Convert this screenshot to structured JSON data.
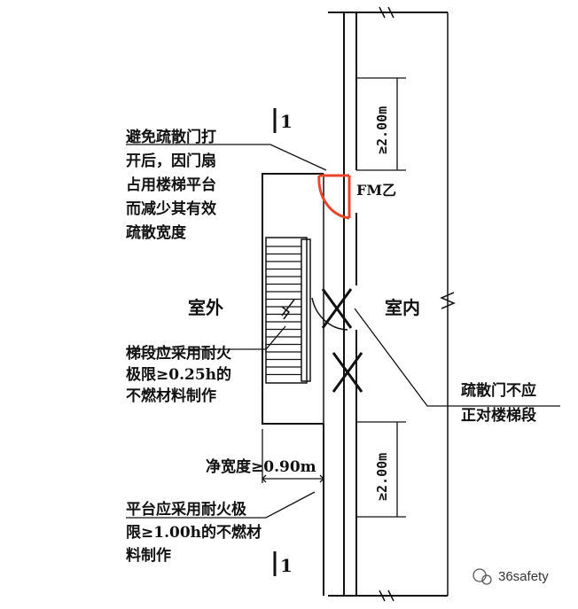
{
  "notes": {
    "door": [
      "避免疏散门打",
      "开后，因门扇",
      "占用楼梯平台",
      "而减少其有效",
      "疏散宽度"
    ],
    "stair_flight": [
      "梯段应采用耐火",
      "极限≥0.25h的",
      "不燃材料制作"
    ],
    "landing": [
      "平台应采用耐火极",
      "限≥1.00h的不燃材",
      "料制作"
    ],
    "door_not_facing": [
      "疏散门不应",
      "正对楼梯段"
    ]
  },
  "labels": {
    "outdoor": "室外",
    "indoor": "室内",
    "door_code": "FM乙",
    "section_mark": "1",
    "clear_width": "净宽度≥0.90m",
    "dim_upper": "≥2.00m",
    "dim_lower": "≥2.00m",
    "watermark": "36safety"
  },
  "colors": {
    "line": "#111111",
    "door": "#e8452c"
  }
}
